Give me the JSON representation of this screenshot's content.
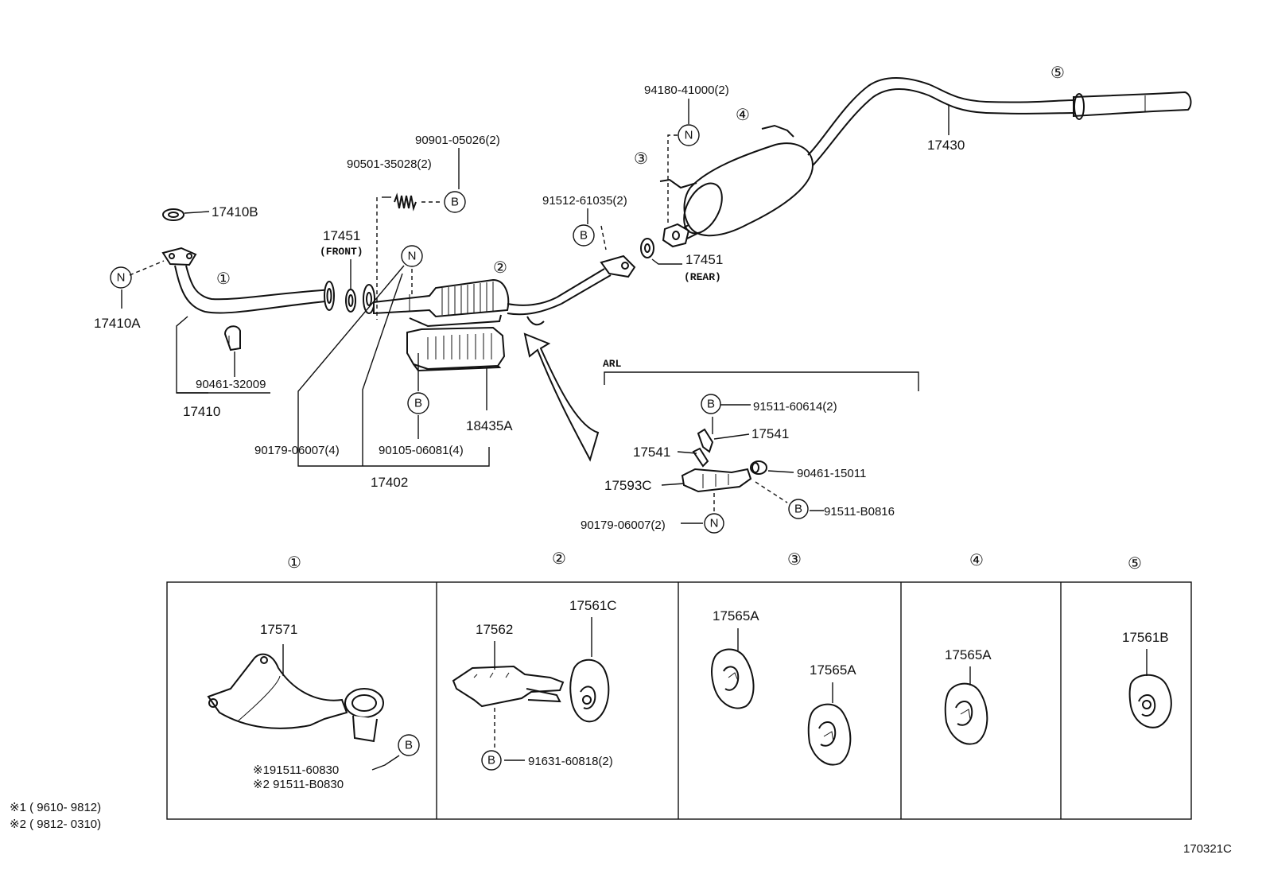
{
  "labels": {
    "p17410B": "17410B",
    "p17410A": "17410A",
    "p17410": "17410",
    "p90461_32009": "90461-32009",
    "p17451_front": "17451",
    "front_note": "(FRONT)",
    "p90501": "90501-35028(2)",
    "p90901": "90901-05026(2)",
    "p90179_4": "90179-06007(4)",
    "p90105": "90105-06081(4)",
    "p18435A": "18435A",
    "p17402": "17402",
    "p91512": "91512-61035(2)",
    "p17451_rear": "17451",
    "rear_note": "(REAR)",
    "p94180": "94180-41000(2)",
    "p17430": "17430",
    "arl": "ARL",
    "p91511_60614": "91511-60614(2)",
    "p17541_a": "17541",
    "p17541_b": "17541",
    "p17593C": "17593C",
    "p90461_15011": "90461-15011",
    "p91511_B0816": "91511-B0816",
    "p90179_2": "90179-06007(2)",
    "p17571": "17571",
    "p91511_60830": "※191511-60830",
    "p91511_B0830": "※2 91511-B0830",
    "p17562": "17562",
    "p17561C": "17561C",
    "p91631": "91631-60818(2)",
    "p17565A_1": "17565A",
    "p17565A_2": "17565A",
    "p17565A_3": "17565A",
    "p17561B": "17561B"
  },
  "callout_letters": {
    "n": "N",
    "b": "B"
  },
  "index_numbers": {
    "one": "①",
    "two": "②",
    "three": "③",
    "four": "④",
    "five": "⑤"
  },
  "footnotes": {
    "note1": "※1 ( 9610- 9812)",
    "note2": "※2 ( 9812- 0310)"
  },
  "figure_code": "170321C"
}
